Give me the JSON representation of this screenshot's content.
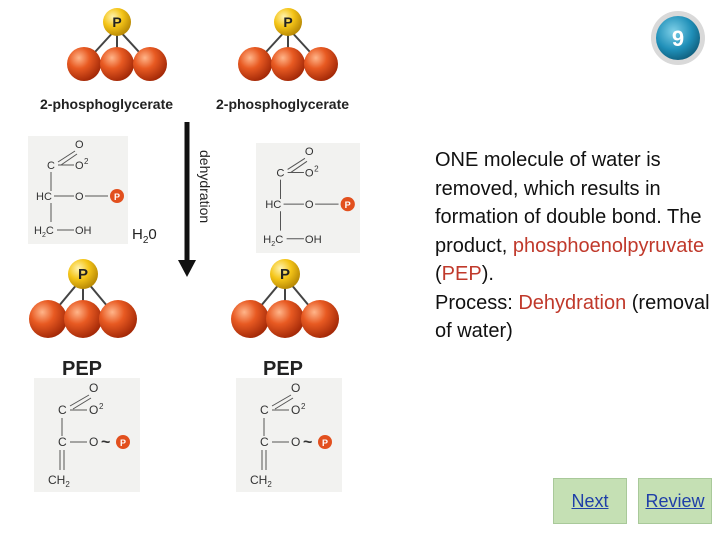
{
  "badge": {
    "number": "9"
  },
  "molecules": {
    "top_left_label": "2-phosphoglycerate",
    "top_right_label": "2-phosphoglycerate",
    "bottom_left_label": "PEP",
    "bottom_right_label": "PEP",
    "phosphate_letter": "P"
  },
  "reaction": {
    "arrow_label": "dehydration",
    "water_main": "H",
    "water_sub": "2",
    "water_end": "0"
  },
  "structure_text": {
    "c": "C",
    "o": "O",
    "o2": "O",
    "o2_charge": "2",
    "hc": "HC",
    "h2c": "H",
    "h2c_sub": "2",
    "h2c_end": "C",
    "oh": "OH",
    "ch2": "CH",
    "ch2_sub": "2",
    "tilde": "~",
    "p": "P"
  },
  "description": {
    "line_main": "ONE molecule of water is removed, which results in formation of double bond. The product, ",
    "pep_name": "phosphoenolpyruvate",
    "paren_open": " (",
    "pep_abbr": "PEP",
    "paren_close": ").",
    "process_label": "Process: ",
    "process_name": "Dehydration",
    "process_detail": " (removal of water)"
  },
  "nav": {
    "next": "Next",
    "review": "Review"
  },
  "colors": {
    "sphere": "#e2501e",
    "phosphate": "#f5c518",
    "red_text": "#c0392b",
    "button": "#c5e0b4"
  }
}
